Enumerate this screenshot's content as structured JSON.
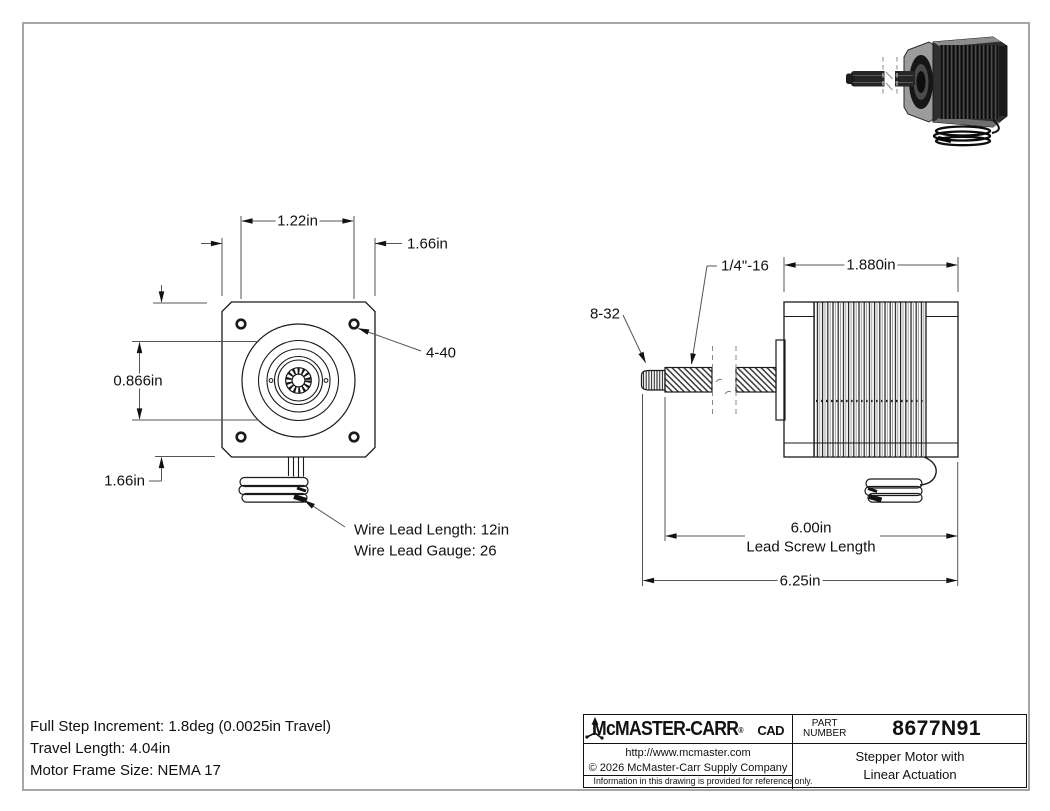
{
  "front_view": {
    "dim_hole_spacing": "1.22in",
    "dim_overall_width": "1.66in",
    "dim_pilot_diameter": "0.866in",
    "dim_overall_height": "1.66in",
    "mounting_hole_thread": "4-40",
    "wire_lead_length": "Wire Lead Length: 12in",
    "wire_lead_gauge": "Wire Lead Gauge: 26"
  },
  "side_view": {
    "tip_thread": "8-32",
    "lead_screw_thread": "1/4\"-16",
    "dim_body_length": "1.880in",
    "dim_lead_screw_value": "6.00in",
    "dim_lead_screw_label": "Lead Screw Length",
    "dim_overall_length": "6.25in"
  },
  "specs": {
    "line1": "Full Step Increment: 1.8deg (0.0025in Travel)",
    "line2": "Travel Length: 4.04in",
    "line3": "Motor Frame Size: NEMA 17"
  },
  "title_block": {
    "brand": "McMASTER-CARR",
    "registered_mark": "®",
    "cad_logo_text": "CAD",
    "website": "http://www.mcmaster.com",
    "copyright": "© 2026 McMaster-Carr Supply Company",
    "disclaimer": "Information in this drawing is provided for reference only.",
    "part_label_top": "PART",
    "part_label_bottom": "NUMBER",
    "part_number": "8677N91",
    "product_title_line1": "Stepper Motor with",
    "product_title_line2": "Linear Actuation"
  }
}
